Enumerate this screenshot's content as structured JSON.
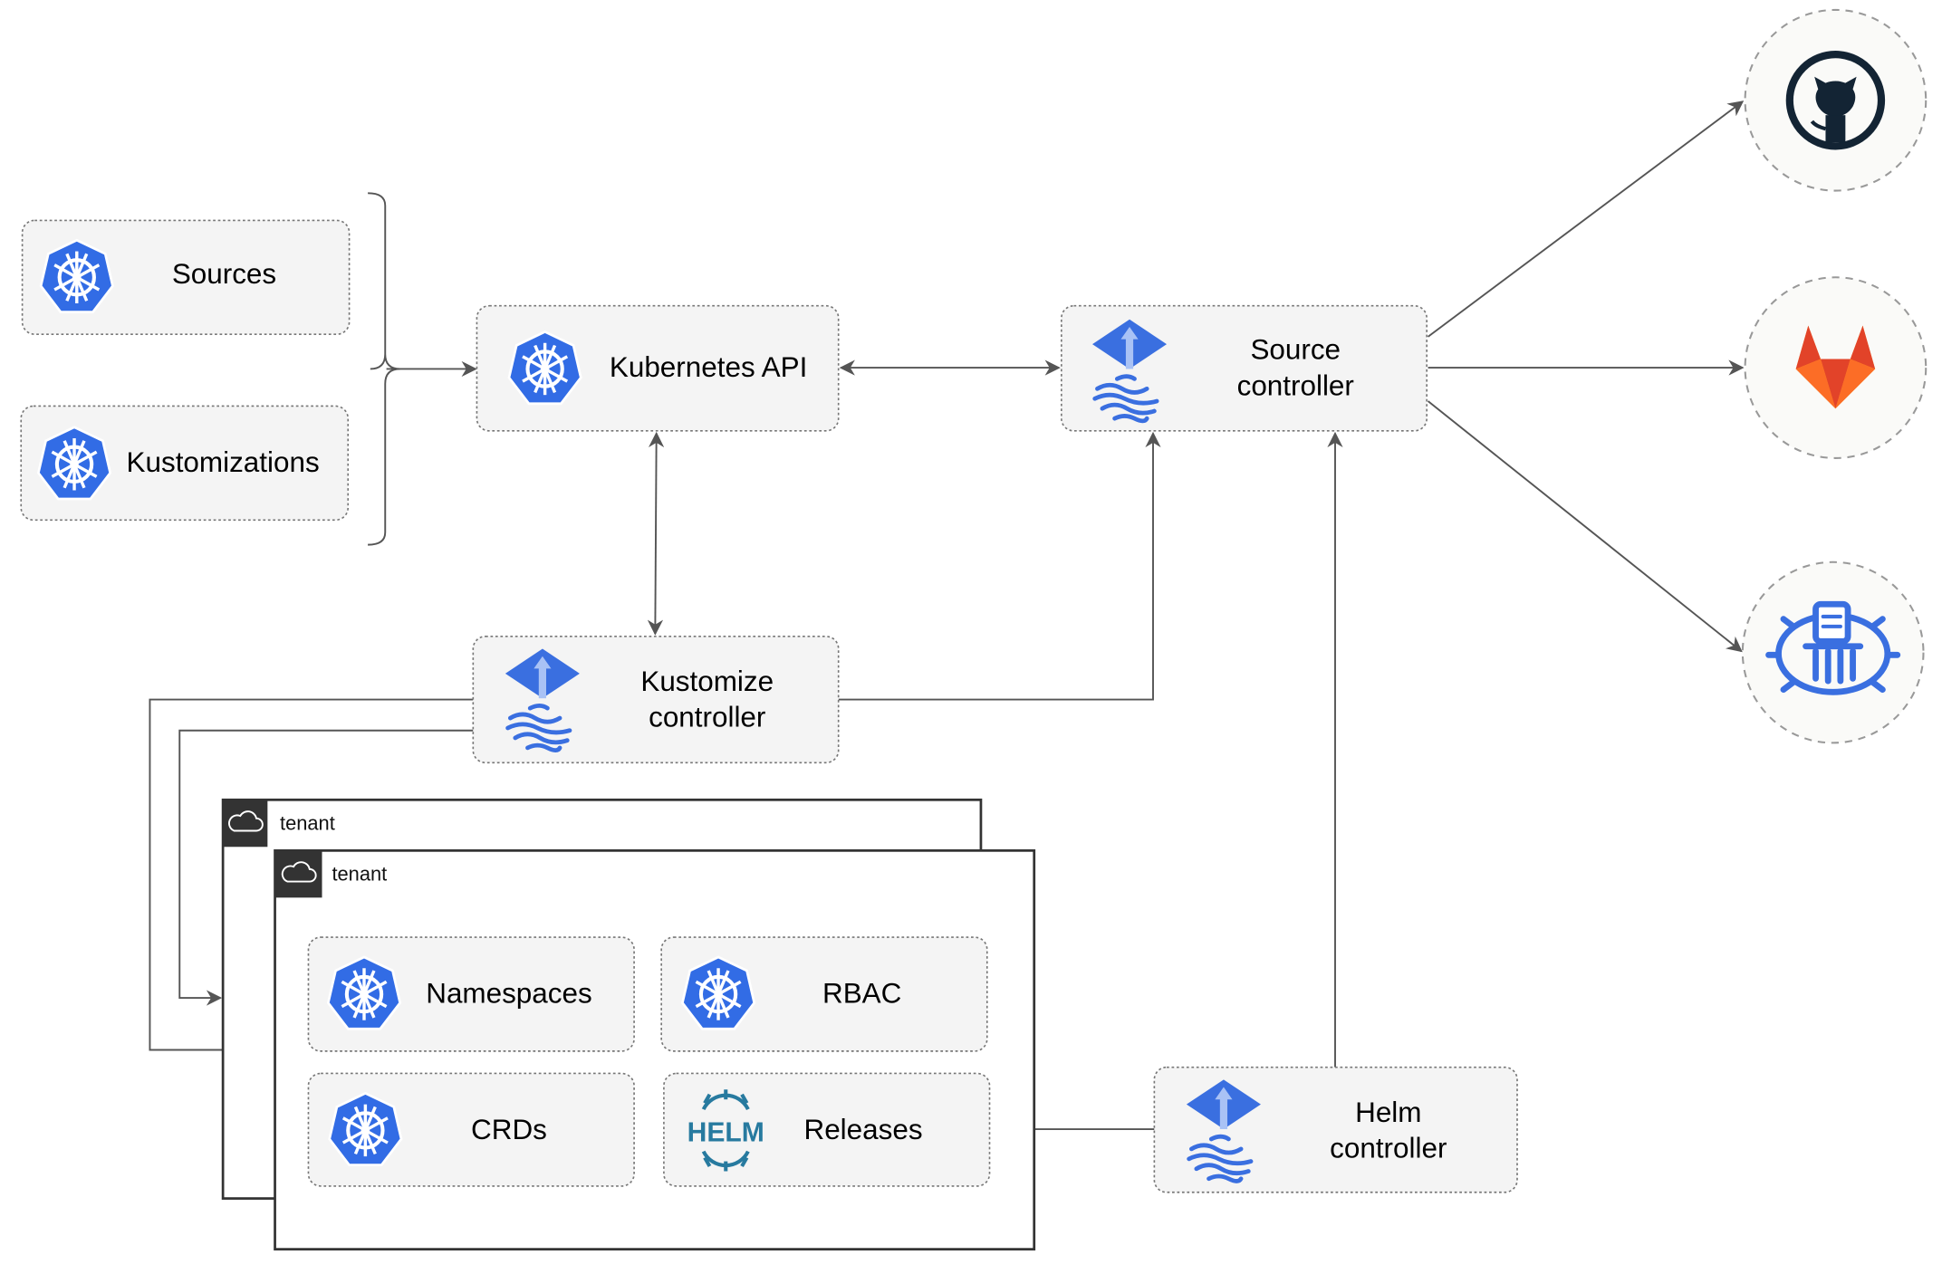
{
  "colors": {
    "kubernetes_blue": "#326ce5",
    "flux_blue": "#3a6fe0",
    "helm_blue": "#277a9f",
    "github_dark": "#132434",
    "gitlab_orange": "#e24329",
    "gitlab_yellow": "#fca326",
    "edge": "#555555"
  },
  "nodes": {
    "sources": {
      "label": "Sources",
      "icon": "kubernetes-icon"
    },
    "kustomizations": {
      "label": "Kustomizations",
      "icon": "kubernetes-icon"
    },
    "kubernetes_api": {
      "label": "Kubernetes API",
      "icon": "kubernetes-icon"
    },
    "source_controller": {
      "line1": "Source",
      "line2": "controller",
      "icon": "flux-icon"
    },
    "kustomize_controller": {
      "line1": "Kustomize",
      "line2": "controller",
      "icon": "flux-icon"
    },
    "helm_controller": {
      "line1": "Helm",
      "line2": "controller",
      "icon": "flux-icon"
    },
    "namespaces": {
      "label": "Namespaces",
      "icon": "kubernetes-icon"
    },
    "rbac": {
      "label": "RBAC",
      "icon": "kubernetes-icon"
    },
    "crds": {
      "label": "CRDs",
      "icon": "kubernetes-icon"
    },
    "releases": {
      "label": "Releases",
      "icon": "helm-icon",
      "logo_text": "HELM"
    }
  },
  "tenants": [
    {
      "label": "tenant",
      "icon": "cloud-icon"
    },
    {
      "label": "tenant",
      "icon": "cloud-icon"
    }
  ],
  "external_sources": [
    {
      "icon": "github-icon"
    },
    {
      "icon": "gitlab-icon"
    },
    {
      "icon": "helm-repository-icon"
    }
  ]
}
